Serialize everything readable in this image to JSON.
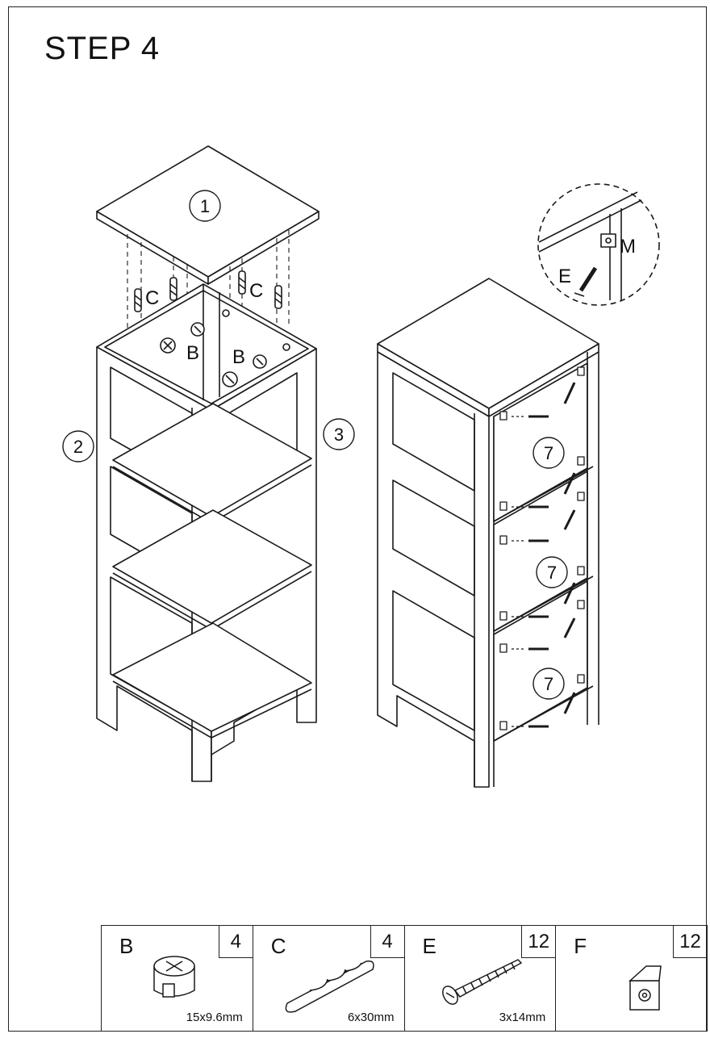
{
  "step": {
    "title": "STEP 4"
  },
  "callouts": {
    "top_panel": "1",
    "left_side": "2",
    "right_side": "3",
    "back_panel_1": "7",
    "back_panel_2": "7",
    "back_panel_3": "7"
  },
  "labels": {
    "cam_lock_1": "B",
    "cam_lock_2": "B",
    "dowel_1": "C",
    "dowel_2": "C",
    "screw": "E",
    "bracket": "M"
  },
  "parts": [
    {
      "letter": "B",
      "qty": "4",
      "size": "15x9.6mm",
      "icon": "cam-lock-icon"
    },
    {
      "letter": "C",
      "qty": "4",
      "size": "6x30mm",
      "icon": "dowel-icon"
    },
    {
      "letter": "E",
      "qty": "12",
      "size": "3x14mm",
      "icon": "screw-icon"
    },
    {
      "letter": "F",
      "qty": "12",
      "size": "",
      "icon": "bracket-icon"
    }
  ]
}
